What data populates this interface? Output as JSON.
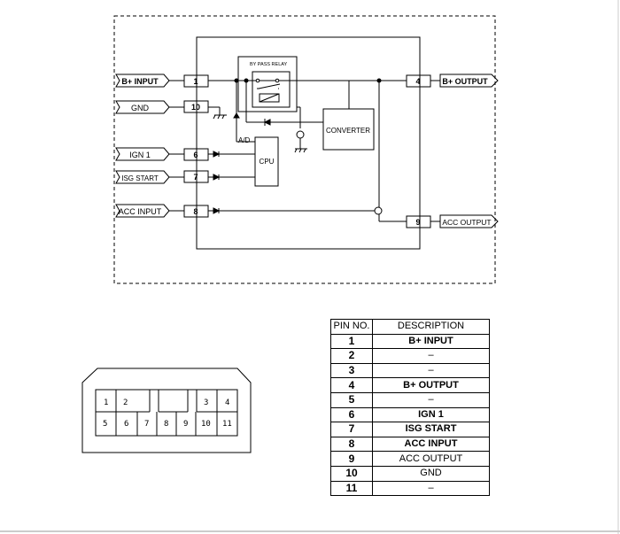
{
  "diagram": {
    "inputs": [
      {
        "label": "B+ INPUT",
        "pin": "1"
      },
      {
        "label": "GND",
        "pin": "10"
      },
      {
        "label": "IGN 1",
        "pin": "6"
      },
      {
        "label": "ISG START",
        "pin": "7"
      },
      {
        "label": "ACC INPUT",
        "pin": "8"
      }
    ],
    "outputs": [
      {
        "label": "B+ OUTPUT",
        "pin": "4"
      },
      {
        "label": "ACC OUTPUT",
        "pin": "9"
      }
    ],
    "relay_label": "BY PASS RELAY",
    "converter_label": "CONVERTER",
    "cpu_label": "CPU",
    "ad_label": "A/D"
  },
  "connector": {
    "top_row": [
      "1",
      "2",
      "3",
      "4"
    ],
    "bottom_row": [
      "5",
      "6",
      "7",
      "8",
      "9",
      "10",
      "11"
    ]
  },
  "pin_table": {
    "headers": {
      "pin_no": "PIN NO.",
      "description": "DESCRIPTION"
    },
    "rows": [
      {
        "pin": "1",
        "description": "B+ INPUT",
        "bold": true
      },
      {
        "pin": "2",
        "description": "–",
        "bold": false
      },
      {
        "pin": "3",
        "description": "–",
        "bold": false
      },
      {
        "pin": "4",
        "description": "B+ OUTPUT",
        "bold": true
      },
      {
        "pin": "5",
        "description": "–",
        "bold": false
      },
      {
        "pin": "6",
        "description": "IGN 1",
        "bold": true
      },
      {
        "pin": "7",
        "description": "ISG START",
        "bold": true
      },
      {
        "pin": "8",
        "description": "ACC INPUT",
        "bold": true
      },
      {
        "pin": "9",
        "description": "ACC OUTPUT",
        "bold": false
      },
      {
        "pin": "10",
        "description": "GND",
        "bold": false
      },
      {
        "pin": "11",
        "description": "–",
        "bold": false
      }
    ]
  }
}
